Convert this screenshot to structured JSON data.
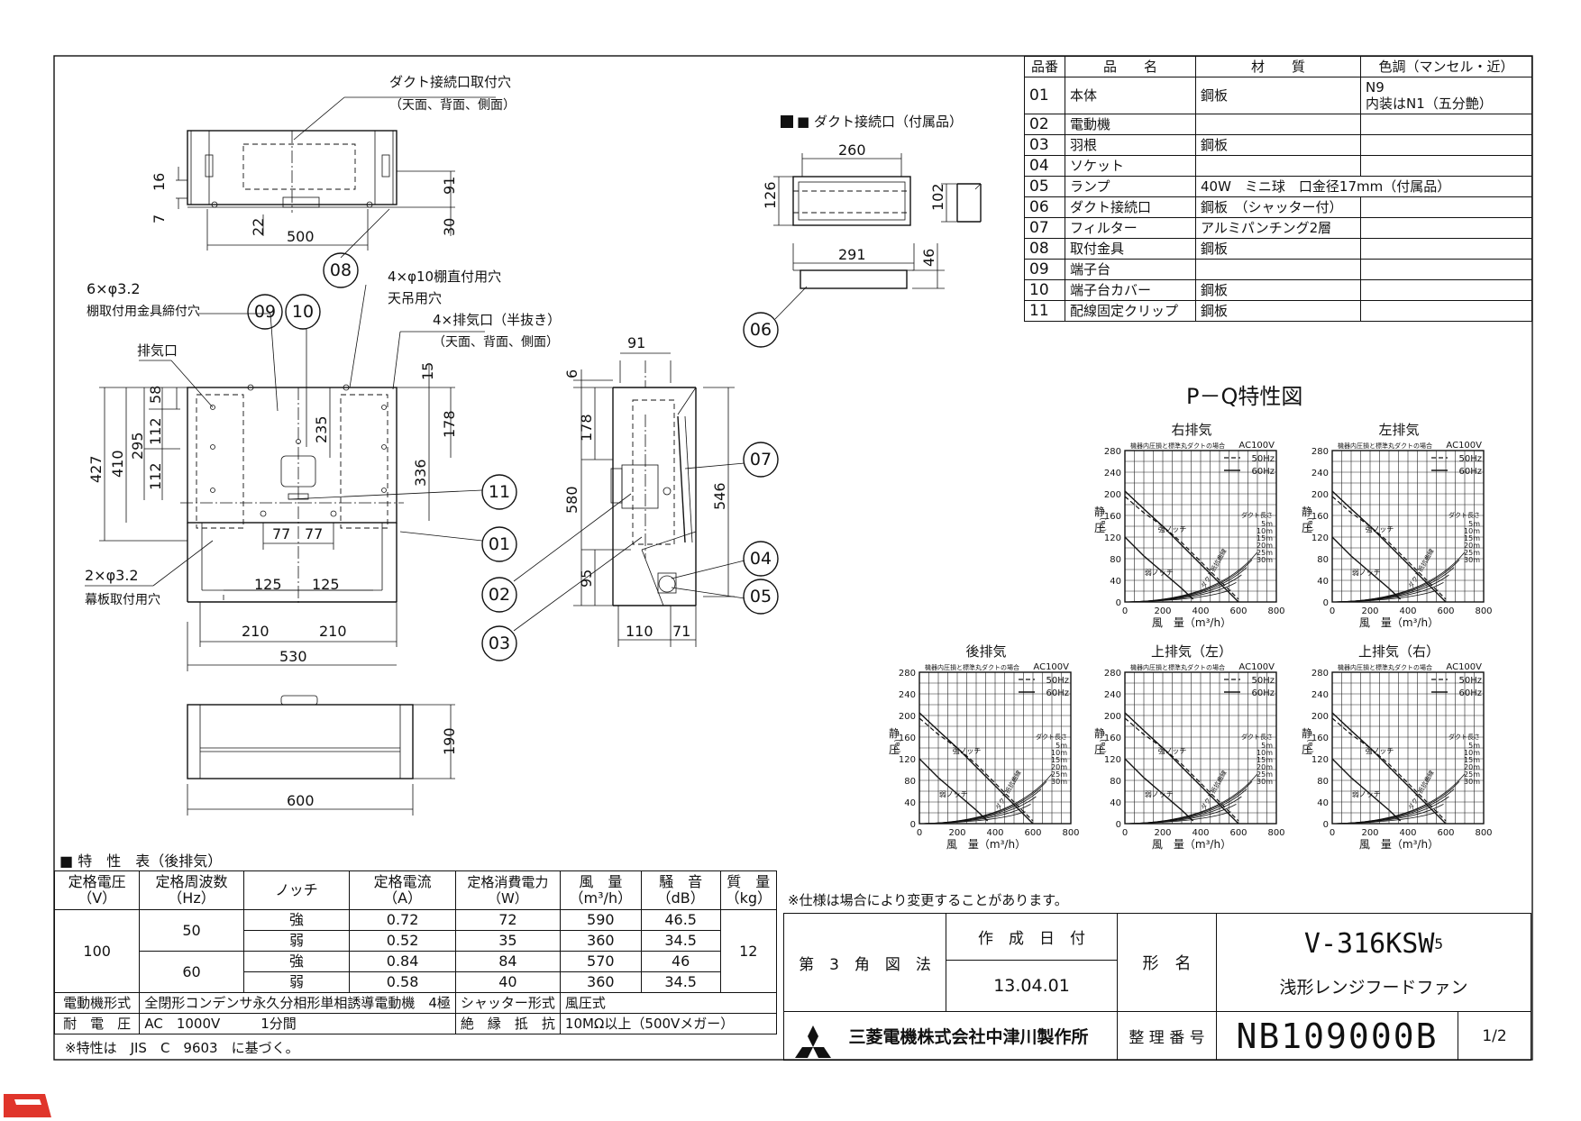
{
  "parts_table": {
    "headers": [
      "品番",
      "品　　名",
      "材　　質",
      "色調（マンセル・近）"
    ],
    "rows": [
      [
        "01",
        "本体",
        "鋼板",
        "N9\n内装はN1（五分艶）"
      ],
      [
        "02",
        "電動機",
        "",
        ""
      ],
      [
        "03",
        "羽根",
        "鋼板",
        ""
      ],
      [
        "04",
        "ソケット",
        "",
        ""
      ],
      [
        "05",
        "ランプ",
        "40W　ミニ球　口金径17mm（付属品）",
        ""
      ],
      [
        "06",
        "ダクト接続口",
        "鋼板　（シャッター付）",
        ""
      ],
      [
        "07",
        "フィルター",
        "アルミパンチング2層",
        ""
      ],
      [
        "08",
        "取付金具",
        "鋼板",
        ""
      ],
      [
        "09",
        "端子台",
        "",
        ""
      ],
      [
        "10",
        "端子台カバー",
        "鋼板",
        ""
      ],
      [
        "11",
        "配線固定クリップ",
        "鋼板",
        ""
      ]
    ]
  },
  "drawing": {
    "duct_holes_note": "ダクト接続口取付穴",
    "duct_holes_sub": "（天面、背面、側面）",
    "duct_fitting_title": "■ ダクト接続口（付属品）",
    "holes_6": "6×φ3.2",
    "holes_6_sub": "棚取付用金具締付穴",
    "holes_4_10": "4×φ10棚直付用穴",
    "holes_4_10_sub": "天吊用穴",
    "exhaust_4": "4×排気口（半抜き）",
    "exhaust_4_sub": "（天面、背面、側面）",
    "exhaust": "排気口",
    "holes_2": "2×φ3.2",
    "holes_2_sub": "幕板取付用穴",
    "balloons": [
      "01",
      "02",
      "03",
      "04",
      "05",
      "06",
      "07",
      "08",
      "09",
      "10",
      "11"
    ],
    "dims": {
      "d16": "16",
      "d7": "7",
      "d91a": "91",
      "d30": "30",
      "d22": "22",
      "d500": "500",
      "d260": "260",
      "d126": "126",
      "d102": "102",
      "d291": "291",
      "d46": "46",
      "d15": "15",
      "d427": "427",
      "d410": "410",
      "d295": "295",
      "d112a": "112",
      "d112b": "112",
      "d58": "58",
      "d235": "235",
      "d178a": "178",
      "d336": "336",
      "d77a": "77",
      "d77b": "77",
      "d125a": "125",
      "d125b": "125",
      "d210a": "210",
      "d210b": "210",
      "d530": "530",
      "d190": "190",
      "d600": "600",
      "d91b": "91",
      "d6": "6",
      "d178b": "178",
      "d580": "580",
      "d546": "546",
      "d95": "95",
      "d110": "110",
      "d71": "71"
    }
  },
  "pq": {
    "title": "P－Q特性図",
    "header_note": "機器内圧損と標準丸ダクトの場合",
    "voltage": "AC100V",
    "legend_50": "50Hz",
    "legend_60": "60Hz",
    "y_label": "静\n圧",
    "y_unit": "(Pa)",
    "x_label": "風　量（m³/h）",
    "strong": "強ノッチ",
    "weak": "弱ノッチ",
    "duct_label": "ダクト長さ",
    "duct_res": "ダクト抵抗曲線",
    "duct_lengths": [
      "30m",
      "25m",
      "20m",
      "15m",
      "10m",
      "5m"
    ]
  },
  "chart_data": [
    {
      "type": "line",
      "title": "右排気",
      "x": [
        0,
        100,
        200,
        300,
        400,
        500,
        600
      ],
      "xlim": [
        0,
        800
      ],
      "ylim": [
        0,
        280
      ],
      "xticks": [
        0,
        200,
        400,
        600,
        800
      ],
      "yticks": [
        0,
        40,
        80,
        120,
        160,
        200,
        240,
        280
      ],
      "series": [
        {
          "name": "50Hz",
          "values": [
            195,
            165,
            140,
            110,
            75,
            40,
            5
          ],
          "style": "dashed"
        },
        {
          "name": "60Hz",
          "values": [
            205,
            172,
            140,
            105,
            70,
            35,
            0
          ],
          "style": "solid"
        }
      ],
      "weak_series": [
        {
          "x": [
            0,
            100,
            200,
            300,
            360
          ],
          "y": [
            120,
            85,
            55,
            25,
            5
          ]
        }
      ]
    },
    {
      "type": "line",
      "title": "左排気",
      "x": [
        0,
        100,
        200,
        300,
        400,
        500,
        600
      ],
      "xlim": [
        0,
        800
      ],
      "ylim": [
        0,
        280
      ],
      "xticks": [
        0,
        200,
        400,
        600,
        800
      ],
      "yticks": [
        0,
        40,
        80,
        120,
        160,
        200,
        240,
        280
      ],
      "series": [
        {
          "name": "50Hz",
          "values": [
            195,
            165,
            140,
            110,
            75,
            40,
            5
          ],
          "style": "dashed"
        },
        {
          "name": "60Hz",
          "values": [
            205,
            172,
            140,
            105,
            70,
            35,
            0
          ],
          "style": "solid"
        }
      ],
      "weak_series": [
        {
          "x": [
            0,
            100,
            200,
            300,
            360
          ],
          "y": [
            120,
            85,
            55,
            25,
            5
          ]
        }
      ]
    },
    {
      "type": "line",
      "title": "後排気",
      "x": [
        0,
        100,
        200,
        300,
        400,
        500,
        600
      ],
      "xlim": [
        0,
        800
      ],
      "ylim": [
        0,
        280
      ],
      "xticks": [
        0,
        200,
        400,
        600,
        800
      ],
      "yticks": [
        0,
        40,
        80,
        120,
        160,
        200,
        240,
        280
      ],
      "series": [
        {
          "name": "50Hz",
          "values": [
            195,
            165,
            140,
            110,
            75,
            40,
            5
          ],
          "style": "dashed"
        },
        {
          "name": "60Hz",
          "values": [
            205,
            172,
            140,
            105,
            70,
            35,
            0
          ],
          "style": "solid"
        }
      ],
      "weak_series": [
        {
          "x": [
            0,
            100,
            200,
            300,
            360
          ],
          "y": [
            120,
            85,
            55,
            25,
            5
          ]
        }
      ]
    },
    {
      "type": "line",
      "title": "上排気（左）",
      "x": [
        0,
        100,
        200,
        300,
        400,
        500,
        600
      ],
      "xlim": [
        0,
        800
      ],
      "ylim": [
        0,
        280
      ],
      "xticks": [
        0,
        200,
        400,
        600,
        800
      ],
      "yticks": [
        0,
        40,
        80,
        120,
        160,
        200,
        240,
        280
      ],
      "series": [
        {
          "name": "50Hz",
          "values": [
            195,
            165,
            140,
            110,
            75,
            40,
            5
          ],
          "style": "dashed"
        },
        {
          "name": "60Hz",
          "values": [
            205,
            172,
            140,
            105,
            70,
            35,
            0
          ],
          "style": "solid"
        }
      ],
      "weak_series": [
        {
          "x": [
            0,
            100,
            200,
            300,
            360
          ],
          "y": [
            120,
            85,
            55,
            25,
            5
          ]
        }
      ]
    },
    {
      "type": "line",
      "title": "上排気（右）",
      "x": [
        0,
        100,
        200,
        300,
        400,
        500,
        600
      ],
      "xlim": [
        0,
        800
      ],
      "ylim": [
        0,
        280
      ],
      "xticks": [
        0,
        200,
        400,
        600,
        800
      ],
      "yticks": [
        0,
        40,
        80,
        120,
        160,
        200,
        240,
        280
      ],
      "series": [
        {
          "name": "50Hz",
          "values": [
            195,
            165,
            140,
            110,
            75,
            40,
            5
          ],
          "style": "dashed"
        },
        {
          "name": "60Hz",
          "values": [
            205,
            172,
            140,
            105,
            70,
            35,
            0
          ],
          "style": "solid"
        }
      ],
      "weak_series": [
        {
          "x": [
            0,
            100,
            200,
            300,
            360
          ],
          "y": [
            120,
            85,
            55,
            25,
            5
          ]
        }
      ]
    }
  ],
  "spec": {
    "title": "■ 特　性　表（後排気）",
    "headers": [
      "定格電圧\n（V）",
      "定格周波数\n（Hz）",
      "ノッチ",
      "定格電流\n（A）",
      "定格消費電力\n（W）",
      "風　量\n（m³/h）",
      "騒　音\n（dB）",
      "質　量\n（kg）"
    ],
    "voltage": "100",
    "mass": "12",
    "hz50": "50",
    "hz60": "60",
    "rows": [
      {
        "notch": "強",
        "current": "0.72",
        "power": "72",
        "airflow": "590",
        "noise": "46.5"
      },
      {
        "notch": "弱",
        "current": "0.52",
        "power": "35",
        "airflow": "360",
        "noise": "34.5"
      },
      {
        "notch": "強",
        "current": "0.84",
        "power": "84",
        "airflow": "570",
        "noise": "46"
      },
      {
        "notch": "弱",
        "current": "0.58",
        "power": "40",
        "airflow": "360",
        "noise": "34.5"
      }
    ],
    "motor_label": "電動機形式",
    "motor_value": "全閉形コンデンサ永久分相形単相誘導電動機　4極",
    "shutter_label": "シャッター形式",
    "shutter_value": "風圧式",
    "withstand_label": "耐　電　圧",
    "withstand_value": "AC　1000V　　　1分間",
    "insulation_label": "絶　縁　抵　抗",
    "insulation_value": "10MΩ以上（500Vメガー）",
    "footnote": "※特性は　JIS　C　9603　に基づく。"
  },
  "title_block": {
    "note": "※仕様は場合により変更することがあります。",
    "projection": "第　3　角　図　法",
    "date_label": "作　成　日　付",
    "date": "13.04.01",
    "model_label": "形　名",
    "model": "V-316KSW",
    "model_sub": "5",
    "product": "浅形レンジフードファン",
    "company": "三菱電機株式会社中津川製作所",
    "number_label": "整 理 番 号",
    "number": "NB109000B",
    "page": "1/2"
  },
  "colors": {
    "line": "#111111",
    "logo_red": "#e0352b"
  }
}
